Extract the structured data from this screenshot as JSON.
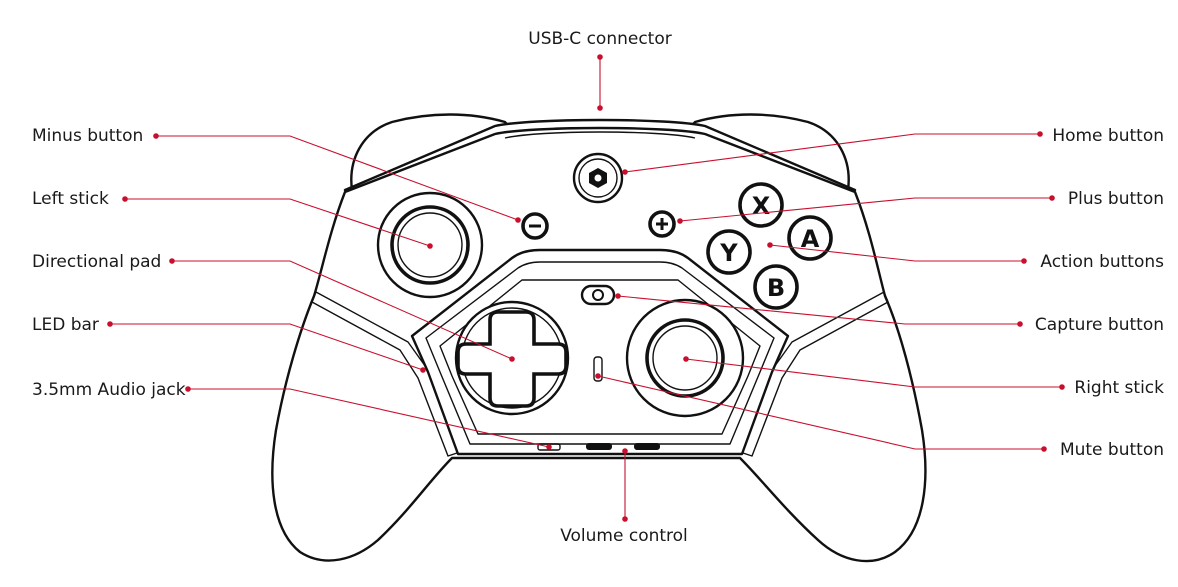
{
  "labels": {
    "usb_c": "USB-C connector",
    "minus": "Minus button",
    "left_stick": "Left stick",
    "dpad": "Directional pad",
    "led_bar": "LED bar",
    "audio_jack": "3.5mm Audio jack",
    "home": "Home button",
    "plus": "Plus button",
    "action": "Action buttons",
    "capture": "Capture button",
    "right_stick": "Right stick",
    "mute": "Mute button",
    "volume": "Volume control"
  },
  "face_buttons": {
    "x": "X",
    "y": "Y",
    "a": "A",
    "b": "B"
  },
  "colors": {
    "leader": "#c8102e",
    "outline": "#111111",
    "background": "#ffffff"
  }
}
